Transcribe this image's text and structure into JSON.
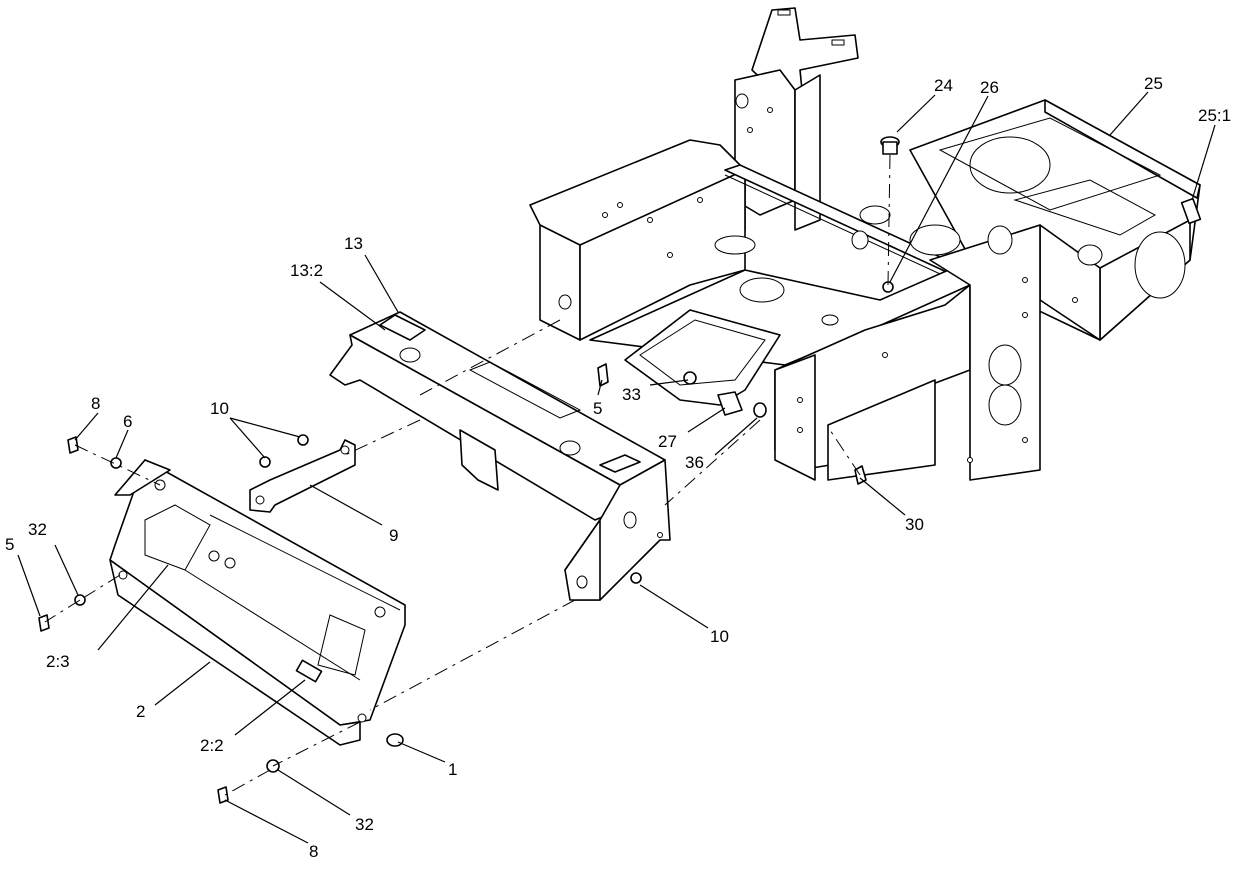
{
  "callouts": [
    {
      "id": "c-24",
      "text": "24"
    },
    {
      "id": "c-26",
      "text": "26"
    },
    {
      "id": "c-25",
      "text": "25"
    },
    {
      "id": "c-25-1",
      "text": "25:1"
    },
    {
      "id": "c-13",
      "text": "13"
    },
    {
      "id": "c-13-2",
      "text": "13:2"
    },
    {
      "id": "c-10-top",
      "text": "10"
    },
    {
      "id": "c-8-top",
      "text": "8"
    },
    {
      "id": "c-6",
      "text": "6"
    },
    {
      "id": "c-5-right",
      "text": "5"
    },
    {
      "id": "c-33",
      "text": "33"
    },
    {
      "id": "c-27",
      "text": "27"
    },
    {
      "id": "c-36",
      "text": "36"
    },
    {
      "id": "c-9",
      "text": "9"
    },
    {
      "id": "c-30",
      "text": "30"
    },
    {
      "id": "c-32-top",
      "text": "32"
    },
    {
      "id": "c-5-left",
      "text": "5"
    },
    {
      "id": "c-2-3",
      "text": "2:3"
    },
    {
      "id": "c-10-bottom",
      "text": "10"
    },
    {
      "id": "c-2",
      "text": "2"
    },
    {
      "id": "c-2-2",
      "text": "2:2"
    },
    {
      "id": "c-1",
      "text": "1"
    },
    {
      "id": "c-32-bottom",
      "text": "32"
    },
    {
      "id": "c-8-bottom",
      "text": "8"
    }
  ]
}
